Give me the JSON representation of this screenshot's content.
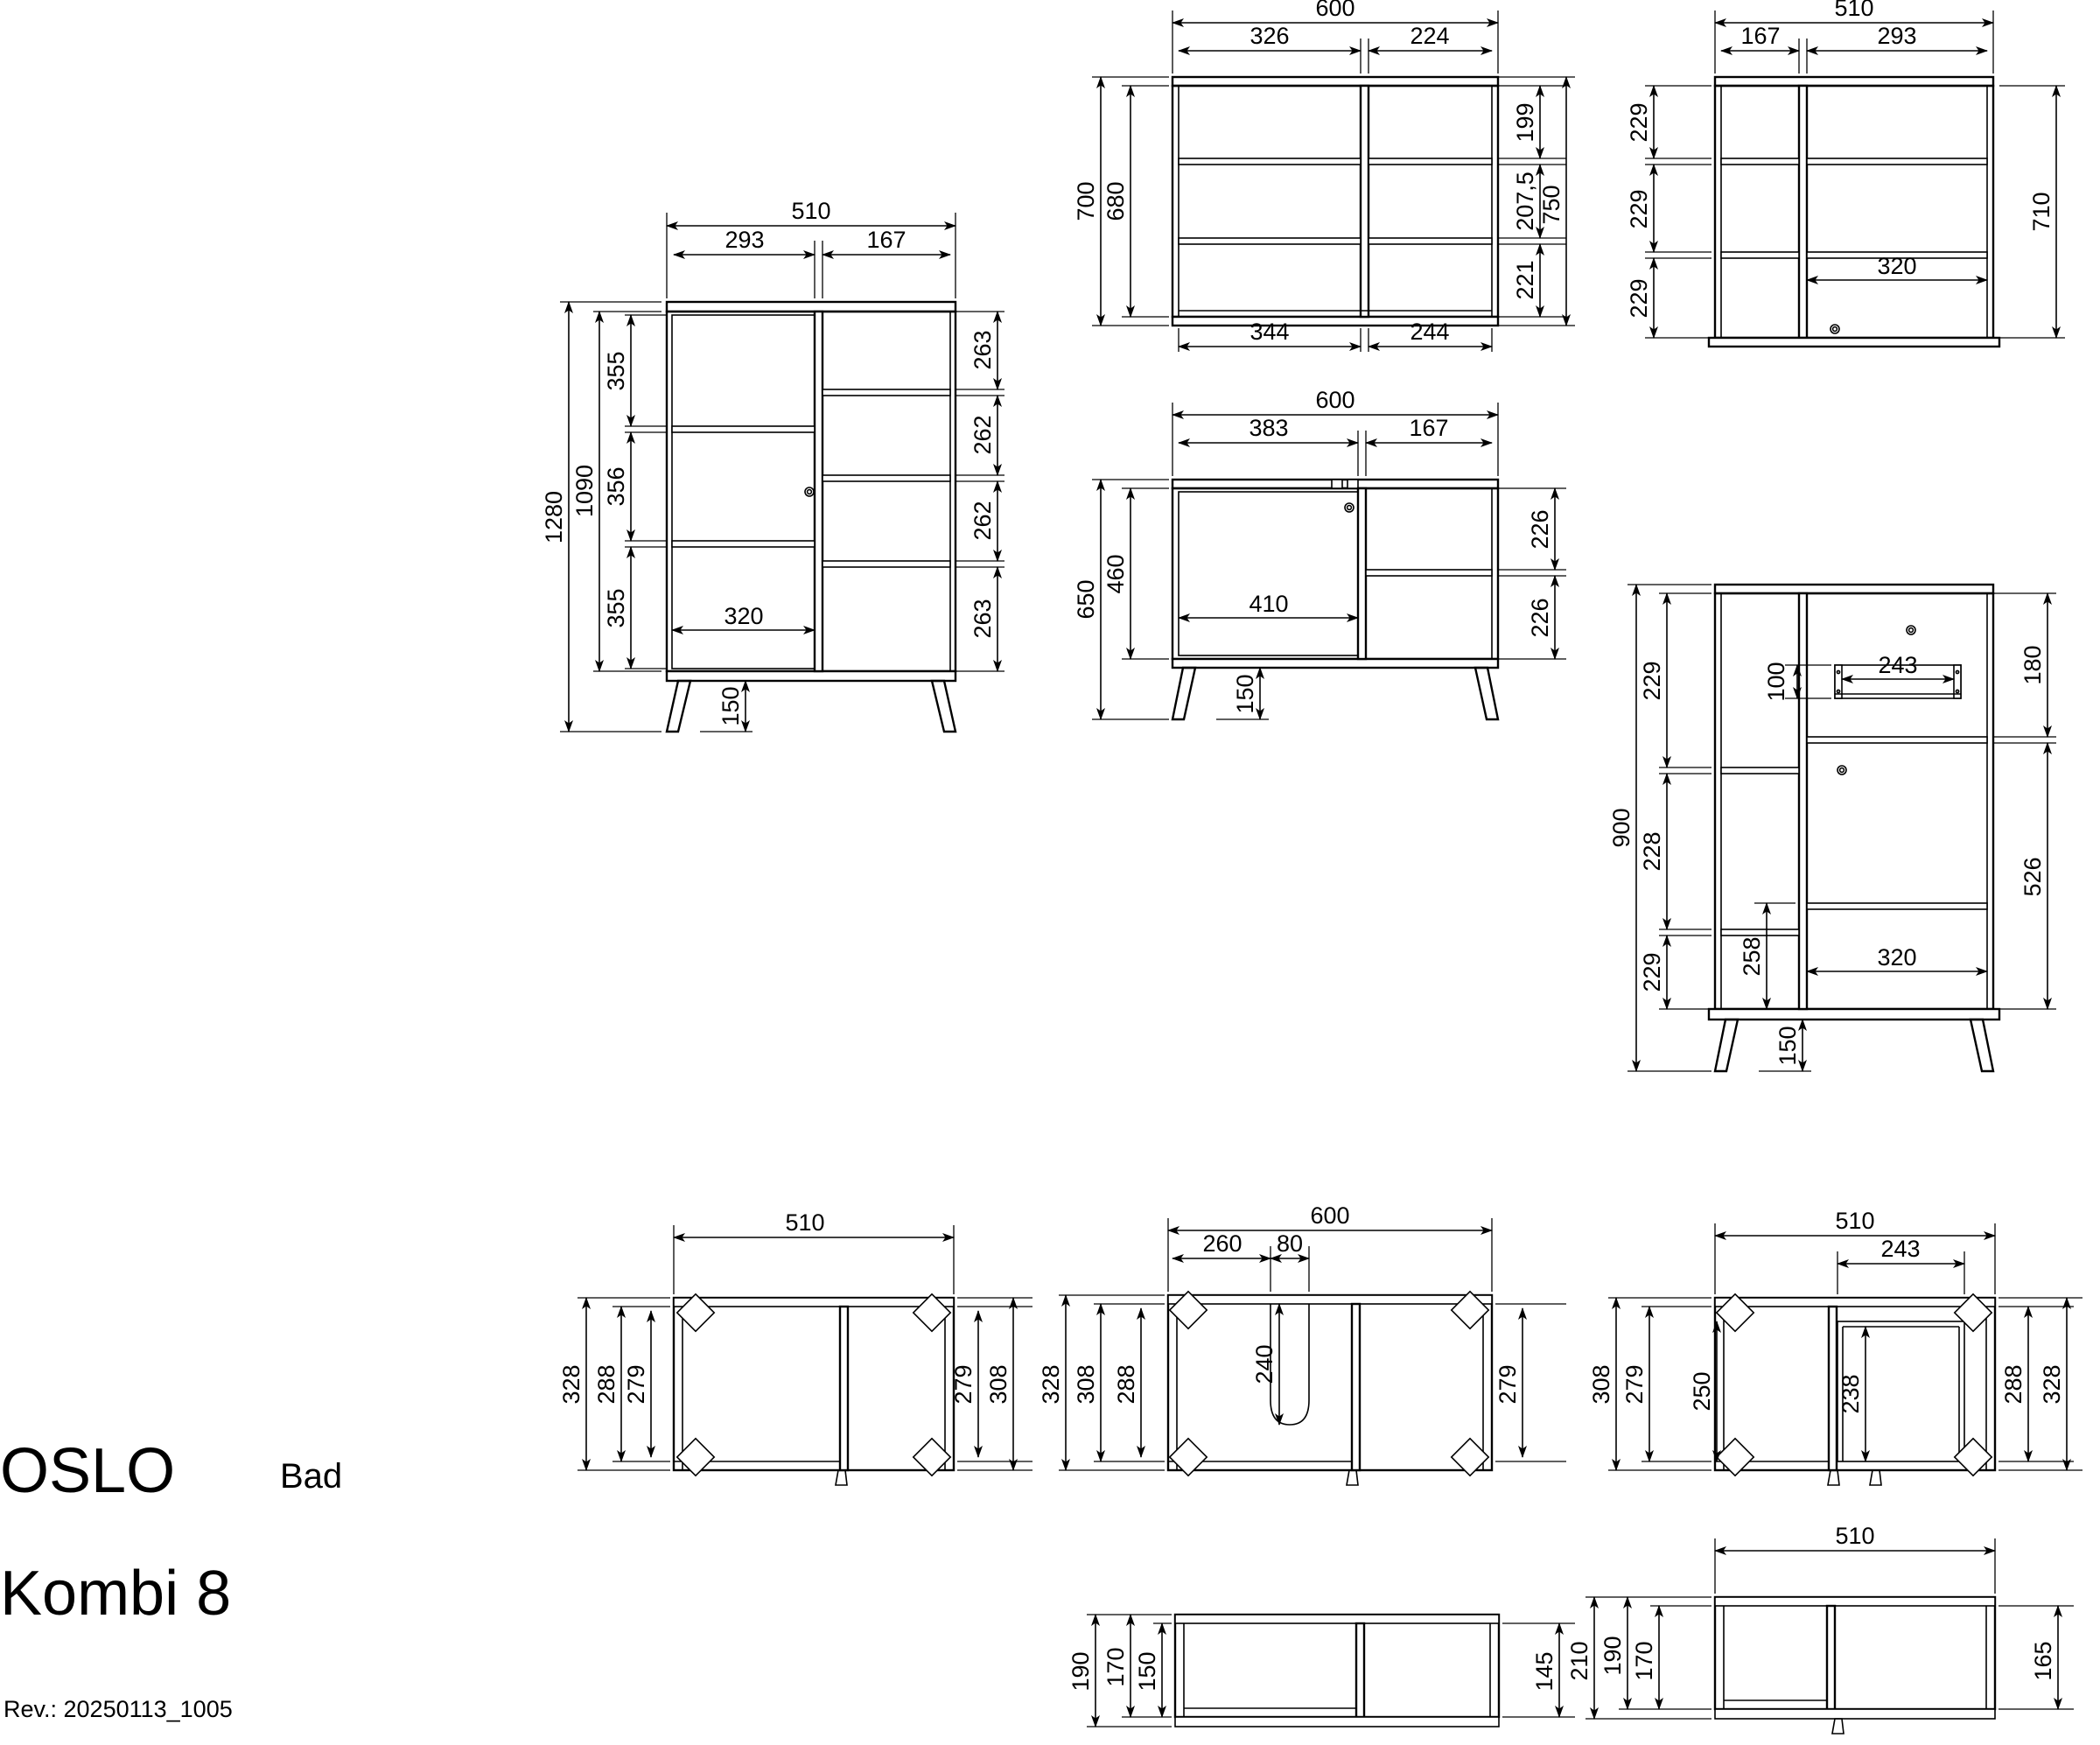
{
  "title_block": {
    "brand": "OSLO",
    "category": "Bad",
    "combo": "Kombi 8",
    "revision": "Rev.: 20250113_1005"
  },
  "units": "mm",
  "views": [
    {
      "id": "tall-cabinet-front",
      "name": "Tall cabinet front elevation",
      "position": "left-column",
      "dimensions": {
        "overall_width": "510",
        "width_left_section": "293",
        "width_right_section": "167",
        "overall_height": "1280",
        "carcass_height": "1090",
        "door_width": "320",
        "leg_height": "150",
        "left_compartments": [
          "355",
          "356",
          "355"
        ],
        "right_compartments": [
          "263",
          "262",
          "262",
          "263"
        ]
      }
    },
    {
      "id": "wall-cabinet-600-front",
      "name": "Wall cabinet 600 front elevation",
      "position": "top-middle",
      "dimensions": {
        "overall_width": "600",
        "width_left_door": "326",
        "width_right_door": "224",
        "overall_height": "700",
        "carcass_height": "680",
        "total_right_height": "750",
        "right_compartments": [
          "199",
          "207,5",
          "221"
        ],
        "bottom_left": "344",
        "bottom_right": "244"
      }
    },
    {
      "id": "wall-cabinet-510-front",
      "name": "Wall cabinet 510 front elevation",
      "position": "top-right",
      "dimensions": {
        "overall_width": "510",
        "width_left_section": "167",
        "width_right_section": "293",
        "overall_height": "710",
        "left_compartments": [
          "229",
          "229",
          "229"
        ],
        "door_width": "320"
      }
    },
    {
      "id": "vanity-600-front",
      "name": "Washbasin vanity 600 front elevation",
      "position": "middle-center",
      "dimensions": {
        "overall_width": "600",
        "width_door": "383",
        "width_right_section": "167",
        "overall_height": "650",
        "carcass_height": "460",
        "door_width": "410",
        "right_compartments": [
          "226",
          "226"
        ],
        "leg_height": "150"
      }
    },
    {
      "id": "cabinet-510-drawer-front",
      "name": "Cabinet 510 with drawer front elevation",
      "position": "middle-right",
      "dimensions": {
        "overall_height": "900",
        "left_compartments": [
          "229",
          "228",
          "229"
        ],
        "drawer_width": "243",
        "drawer_height": "100",
        "drawer_zone_height": "180",
        "door_height": "526",
        "door_width": "320",
        "shelf_offset": "258",
        "leg_height": "150"
      }
    },
    {
      "id": "plan-510-a",
      "name": "Plan view 510 cabinet",
      "position": "bottom-left",
      "dimensions": {
        "overall_width": "510",
        "depth_outer_left": "328",
        "depth_mid_left": "288",
        "depth_inner_left": "279",
        "depth_inner_right": "279",
        "depth_outer_right": "308"
      }
    },
    {
      "id": "plan-600-vanity",
      "name": "Plan view 600 vanity with siphon cut-out",
      "position": "bottom-middle",
      "dimensions": {
        "overall_width": "600",
        "cutout_offset": "260",
        "cutout_width": "80",
        "cutout_depth": "240",
        "depth_outer_left": "328",
        "depth_mid_left": "308",
        "depth_inner_left": "288",
        "depth_right": "279"
      }
    },
    {
      "id": "plan-510-drawer",
      "name": "Plan view 510 cabinet with drawer",
      "position": "bottom-right",
      "dimensions": {
        "overall_width": "510",
        "drawer_width": "243",
        "depth_outer_left": "308",
        "depth_mid_left": "279",
        "depth_inner_left": "250",
        "drawer_depth": "238",
        "depth_mid_right": "288",
        "depth_outer_right": "328"
      }
    },
    {
      "id": "side-600-section",
      "name": "Side section 600 unit",
      "position": "bottom-row-middle",
      "dimensions": {
        "height_outer": "190",
        "height_mid": "170",
        "height_inner": "150",
        "height_right": "145"
      }
    },
    {
      "id": "side-510-section",
      "name": "Side section 510 unit",
      "position": "bottom-row-right",
      "dimensions": {
        "overall_width": "510",
        "height_outer": "210",
        "height_mid": "190",
        "height_inner": "170",
        "height_right": "165"
      }
    }
  ],
  "labels": {
    "v1": {
      "w510": "510",
      "w293": "293",
      "w167": "167",
      "h1280": "1280",
      "h1090": "1090",
      "s355a": "355",
      "s356": "356",
      "s355b": "355",
      "r263a": "263",
      "r262a": "262",
      "r262b": "262",
      "r263b": "263",
      "d320": "320",
      "leg150": "150"
    },
    "v2": {
      "w600": "600",
      "w326": "326",
      "w224": "224",
      "h700": "700",
      "h680": "680",
      "h750": "750",
      "r199": "199",
      "r2075": "207,5",
      "r221": "221",
      "b344": "344",
      "b244": "244"
    },
    "v3": {
      "w510": "510",
      "w167": "167",
      "w293": "293",
      "h710": "710",
      "l229a": "229",
      "l229b": "229",
      "l229c": "229",
      "d320": "320"
    },
    "v4": {
      "w600": "600",
      "w383": "383",
      "w167": "167",
      "h650": "650",
      "h460": "460",
      "d410": "410",
      "r226a": "226",
      "r226b": "226",
      "leg150": "150"
    },
    "v5": {
      "h900": "900",
      "l229a": "229",
      "l228": "228",
      "l229b": "229",
      "dw243": "243",
      "dh100": "100",
      "z180": "180",
      "h526": "526",
      "s258": "258",
      "d320": "320",
      "leg150": "150"
    },
    "v6": {
      "w510": "510",
      "d328": "328",
      "d288": "288",
      "d279l": "279",
      "d279r": "279",
      "d308": "308"
    },
    "v7": {
      "w600": "600",
      "c260": "260",
      "c80": "80",
      "c240": "240",
      "d328": "328",
      "d308": "308",
      "d288": "288",
      "d279": "279"
    },
    "v8": {
      "w510": "510",
      "dw243": "243",
      "d308": "308",
      "d279": "279",
      "d250": "250",
      "d238": "238",
      "d288": "288",
      "d328": "328"
    },
    "v9": {
      "h190": "190",
      "h170": "170",
      "h150": "150",
      "h145": "145"
    },
    "v10": {
      "w510": "510",
      "h210": "210",
      "h190": "190",
      "h170": "170",
      "h165": "165"
    }
  },
  "colors": {
    "line": "#000000",
    "background": "#ffffff"
  }
}
